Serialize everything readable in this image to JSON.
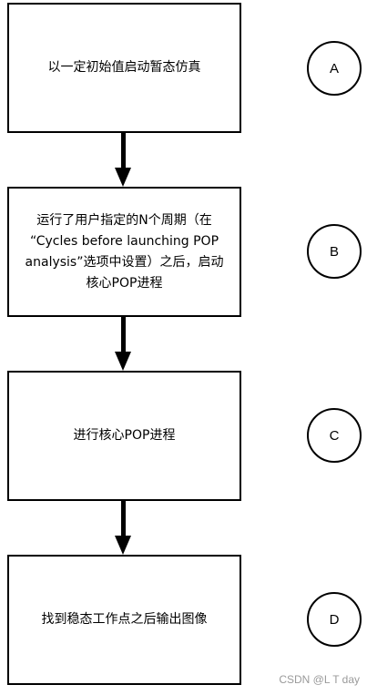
{
  "steps": [
    {
      "id": "A",
      "text": "以一定初始值启动暂态仿真"
    },
    {
      "id": "B",
      "text_line1": "运行了用户指定的N个周期（在",
      "text_line2": "“Cycles before launching POP",
      "text_line3": "analysis”选项中设置）之后，启动",
      "text_line4": "核心POP进程"
    },
    {
      "id": "C",
      "text": "进行核心POP进程"
    },
    {
      "id": "D",
      "text": "找到稳态工作点之后输出图像"
    }
  ],
  "labels": {
    "a": "A",
    "b": "B",
    "c": "C",
    "d": "D"
  },
  "watermark": "CSDN @L T day",
  "colors": {
    "stroke": "#000000",
    "background": "#ffffff",
    "watermark": "#9a9a9a"
  }
}
